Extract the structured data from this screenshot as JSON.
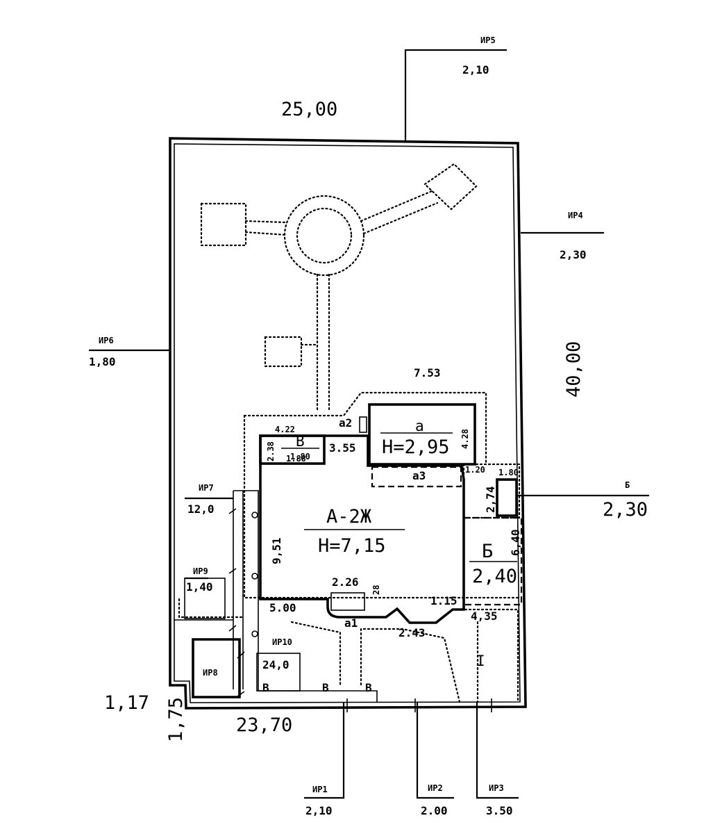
{
  "dimensions": {
    "top": "25,00",
    "right": "40,00",
    "bottom": "23,70",
    "bottom_left": "1,17",
    "left_vertical": "1,75"
  },
  "connections": [
    {
      "id": "ip5",
      "label": "ИР5",
      "value": "2,10"
    },
    {
      "id": "ip4",
      "label": "ИР4",
      "value": "2,30"
    },
    {
      "id": "ip6",
      "label": "ИР6",
      "value": "1,80"
    },
    {
      "id": "ip7",
      "label": "ИР7",
      "value": "12,0"
    },
    {
      "id": "ip9",
      "label": "ИР9",
      "value": "1,40"
    },
    {
      "id": "ip10",
      "label": "ИР10",
      "value": "24,0"
    },
    {
      "id": "ip8",
      "label": "ИР8"
    },
    {
      "id": "b_right",
      "label": "Б",
      "value": "2,30"
    },
    {
      "id": "ip1",
      "label": "ИР1",
      "value": "2,10"
    },
    {
      "id": "ip2",
      "label": "ИР2",
      "value": "2.00"
    },
    {
      "id": "ip3",
      "label": "ИР3",
      "value": "3.50"
    }
  ],
  "buildings": {
    "main": {
      "code": "А-2Ж",
      "height": "Н=7,15",
      "width_label": "9,51"
    },
    "a": {
      "code": "а",
      "height": "Н=2,95",
      "side": "4.28",
      "top_span": "7.53"
    },
    "b": {
      "code": "Б",
      "height": "2,40",
      "side": "6,40",
      "above": "2,74",
      "small": "1.80"
    },
    "v": {
      "code": "В",
      "size": "1.80",
      "side": "2.38"
    },
    "region_i": {
      "code": "I"
    }
  },
  "labels": {
    "a1": "а1",
    "a2": "а2",
    "a3": "а3",
    "d_4_22": "4.22",
    "d_3_55": "3.55",
    "d_2_26": "2.26",
    "d_5_00": "5.00",
    "d_1_15": "1.15",
    "d_4_35": "4,35",
    "d_2_43": "2.43",
    "d_1_20": "1.20",
    "d_28": "28",
    "d_1_88": "1.88",
    "v1": "В",
    "v2": "В",
    "v3": "В"
  }
}
